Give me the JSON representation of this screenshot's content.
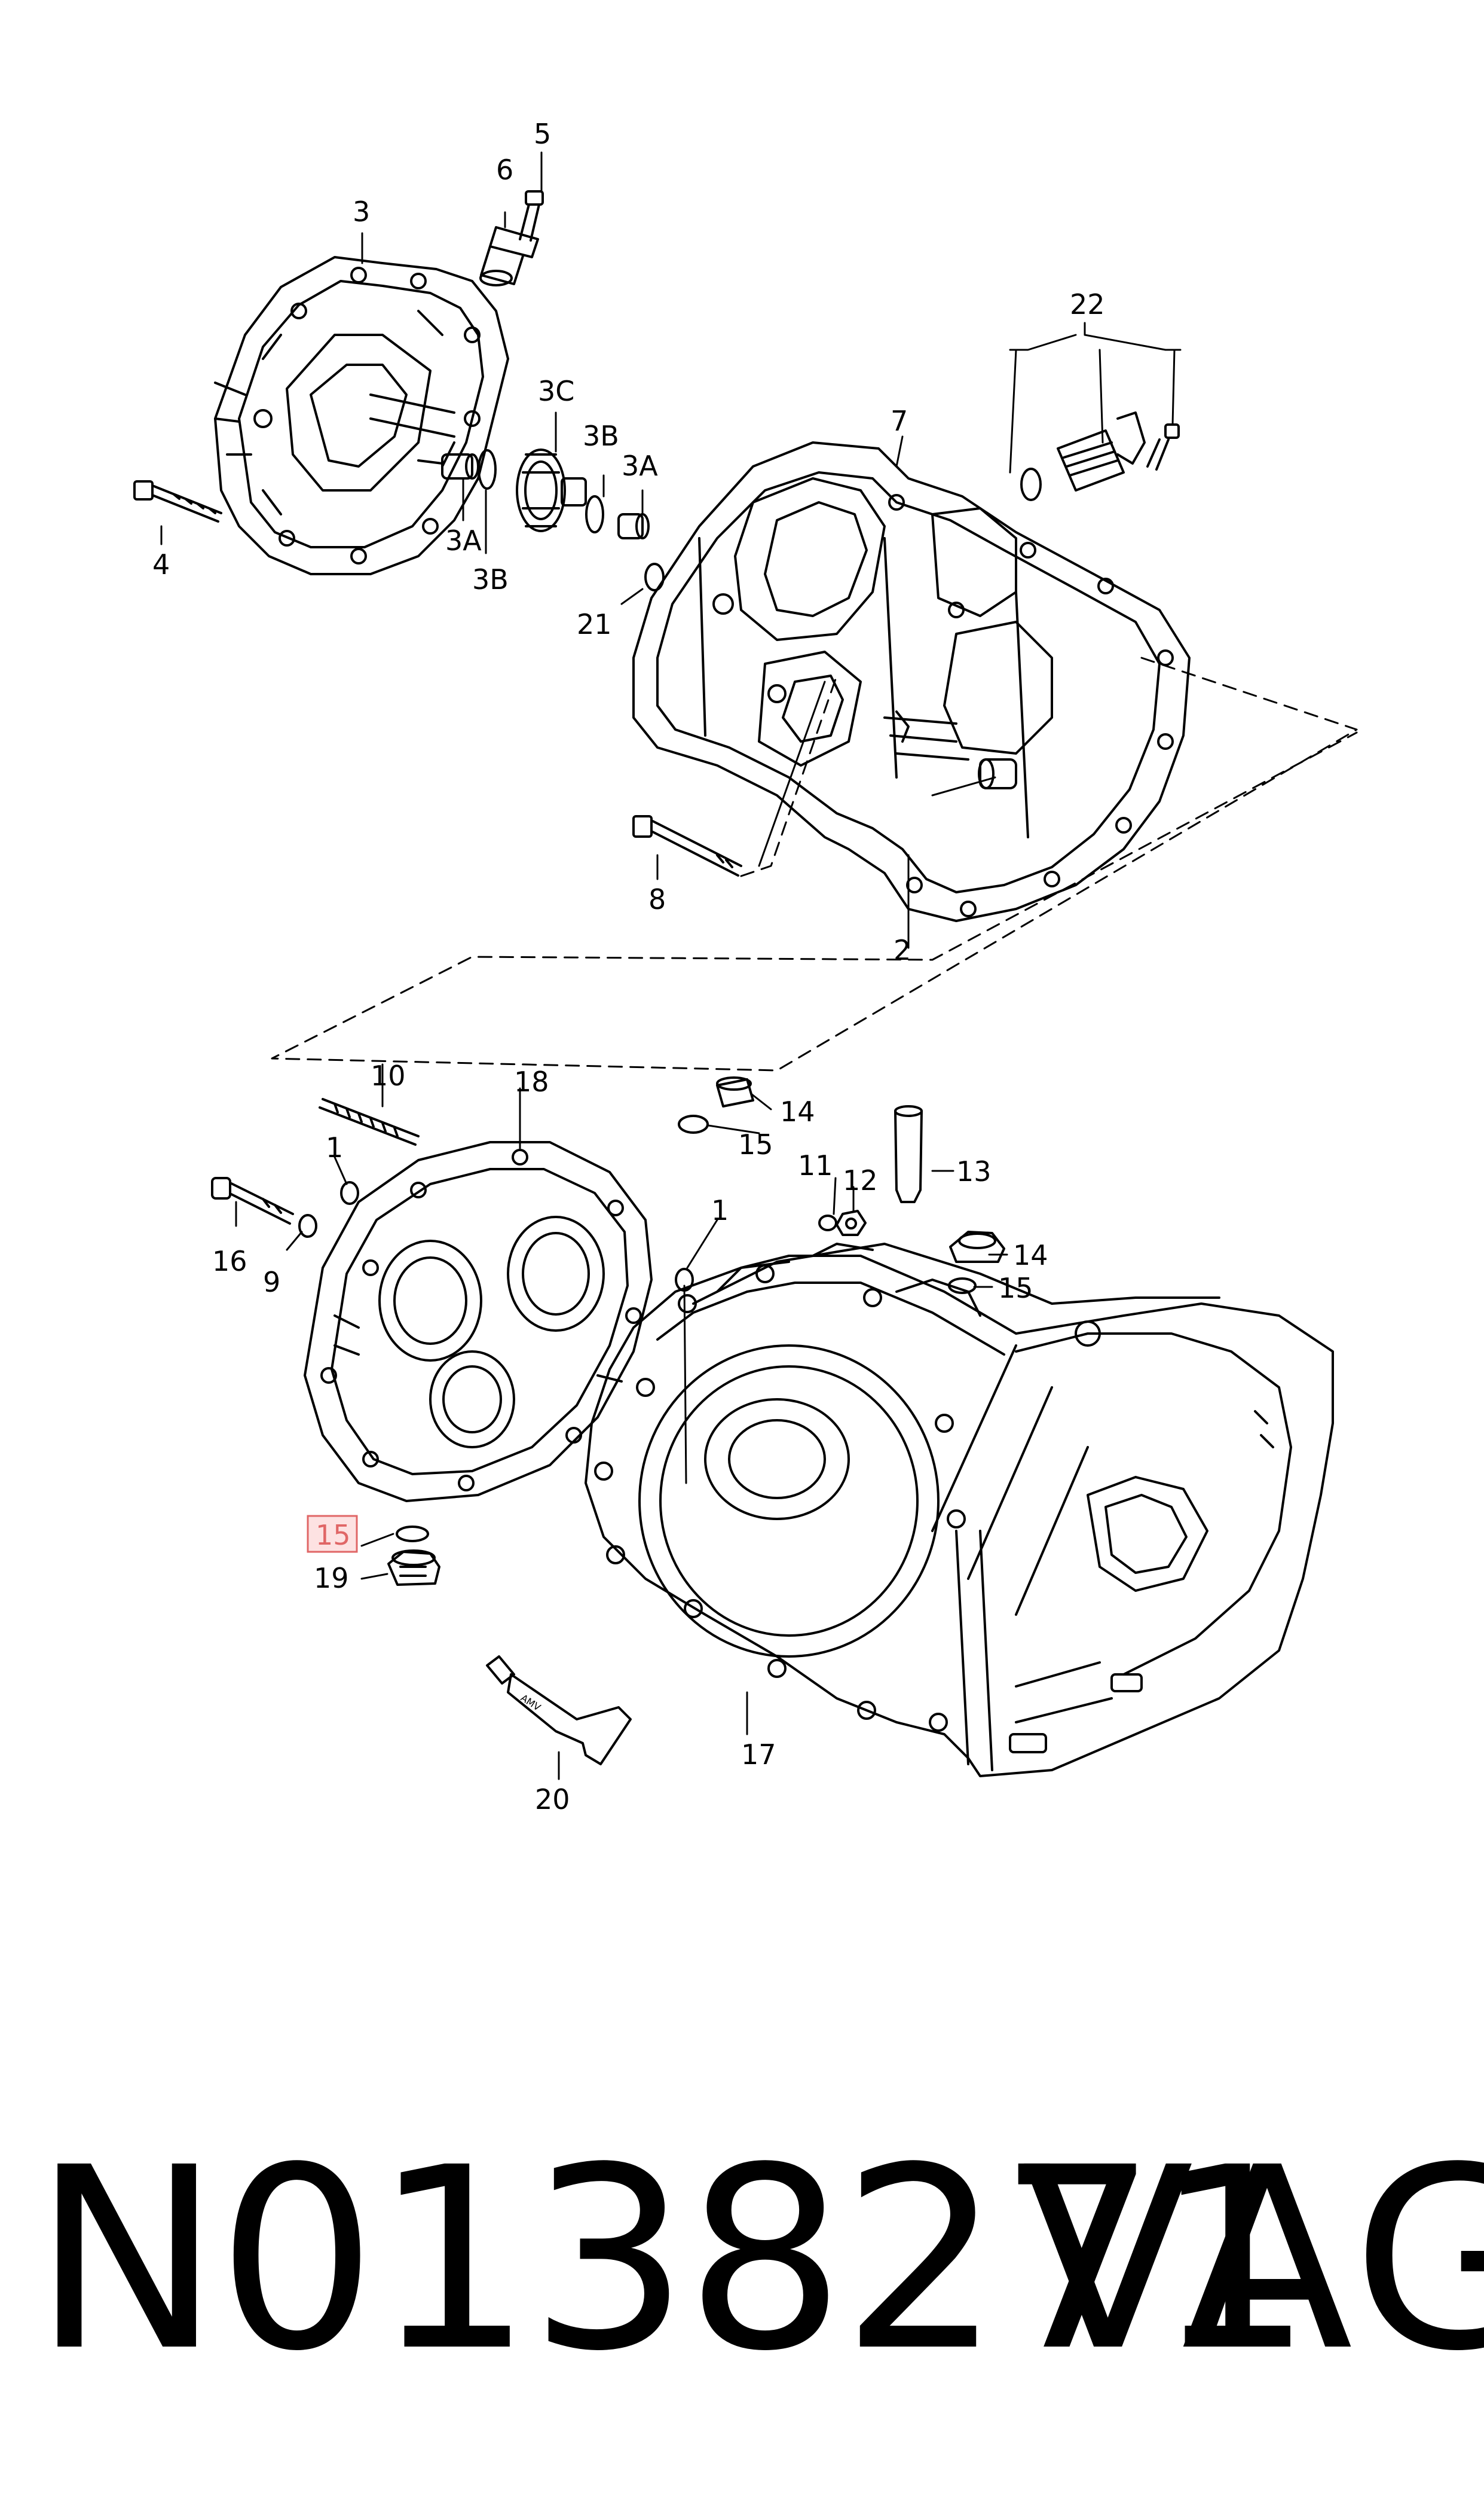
{
  "diagram": {
    "callouts": {
      "c5": "5",
      "c6": "6",
      "c3": "3",
      "c4": "4",
      "c3a_top": "3A",
      "c3a_bottom": "3A",
      "c3b_top": "3B",
      "c3b_bottom": "3B",
      "c3c": "3C",
      "c21": "21",
      "c7": "7",
      "c22": "22",
      "c8": "8",
      "c2": "2",
      "c10": "10",
      "c18": "18",
      "c14_top": "14",
      "c15_top": "15",
      "c11": "11",
      "c12": "12",
      "c13": "13",
      "c1_left": "1",
      "c1_mid": "1",
      "c16": "16",
      "c9": "9",
      "c14_right": "14",
      "c15_right": "15",
      "c15_highlight": "15",
      "c19": "19",
      "c17": "17",
      "c20": "20"
    },
    "tube_label": "AMV",
    "highlight_color": "#e06666"
  },
  "footer": {
    "part_number": "N0138271",
    "brand": "VAG"
  }
}
